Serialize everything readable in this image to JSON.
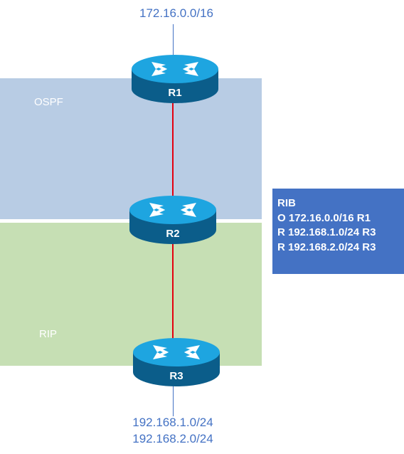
{
  "colors": {
    "ospf_area": "#b8cce4",
    "rip_area": "#c6dfb4",
    "link": "#e3000f",
    "stub": "#4472c4",
    "label_text": "#4472c4",
    "rib_box": "#4472c4"
  },
  "top_network": "172.16.0.0/16",
  "areas": {
    "ospf": "OSPF",
    "rip": "RIP"
  },
  "routers": {
    "r1": "R1",
    "r2": "R2",
    "r3": "R3"
  },
  "bottom_networks": [
    "192.168.1.0/24",
    "192.168.2.0/24"
  ],
  "rib": {
    "title": "RIB",
    "entries": [
      "O 172.16.0.0/16 R1",
      "R 192.168.1.0/24 R3",
      "R 192.168.2.0/24 R3"
    ]
  }
}
